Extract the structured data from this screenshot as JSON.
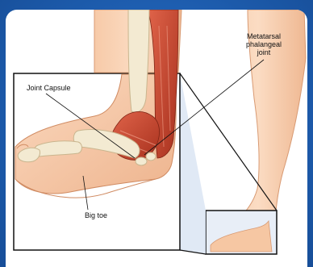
{
  "labels": {
    "mtp_line1": "Metatarsal",
    "mtp_line2": "phalangeal",
    "mtp_line3": "joint",
    "joint_capsule": "Joint Capsule",
    "big_toe": "Big toe"
  },
  "colors": {
    "background": "#1e5eb0",
    "skin": "#f6c8a6",
    "muscle": "#c8452e",
    "bone": "#f3ead2",
    "inset_fill": "#dfe8f6",
    "box_line": "#111111"
  }
}
